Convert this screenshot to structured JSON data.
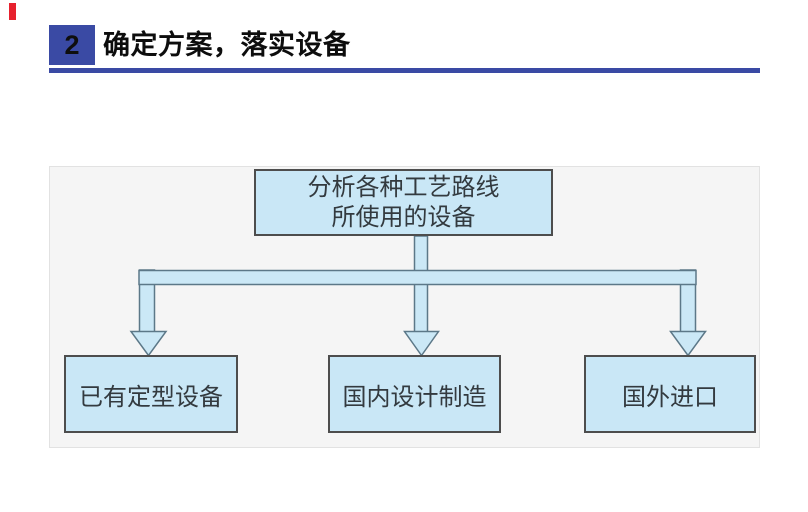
{
  "header": {
    "badge_number": "2",
    "title": "确定方案，落实设备"
  },
  "diagram": {
    "root_box": {
      "lines": [
        "分析各种工艺路线",
        "所使用的设备"
      ]
    },
    "leaf_boxes": [
      {
        "label": "已有定型设备"
      },
      {
        "label": "国内设计制造"
      },
      {
        "label": "国外进口"
      }
    ]
  },
  "colors": {
    "accent_blue": "#3a4aa4",
    "accent_red": "#e7212e",
    "node_fill": "#c9e7f6",
    "node_border": "#4d4d4d",
    "connector_fill": "#cbe8f6",
    "connector_outline": "#5c7888",
    "panel_background": "#f5f5f5",
    "panel_border": "#e2e2e2",
    "diagram_text": "#333a3f",
    "title_text": "#0d0d0d"
  }
}
